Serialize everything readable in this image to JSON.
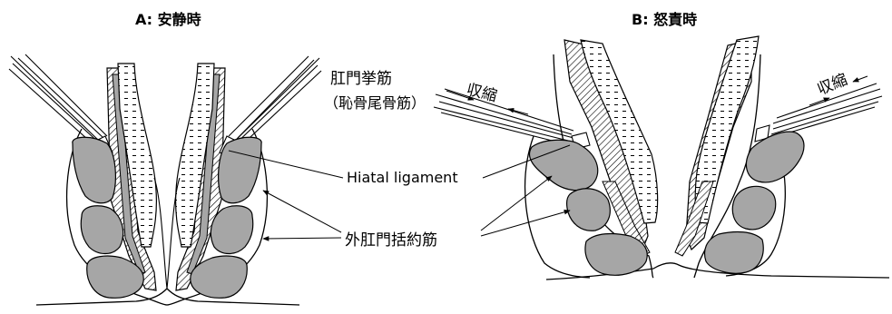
{
  "panel_a": {
    "title": "A: 安静時"
  },
  "panel_b": {
    "title": "B: 怒責時"
  },
  "labels": {
    "levator": "肛門挙筋",
    "levator_sub": "（恥骨尾骨筋）",
    "contraction": "収縮",
    "hiatal": "Hiatal ligament",
    "external_sphincter": "外肛門括約筋"
  },
  "colors": {
    "muscle_fill": "#a6a6a6",
    "line": "#000000",
    "background": "#ffffff"
  }
}
